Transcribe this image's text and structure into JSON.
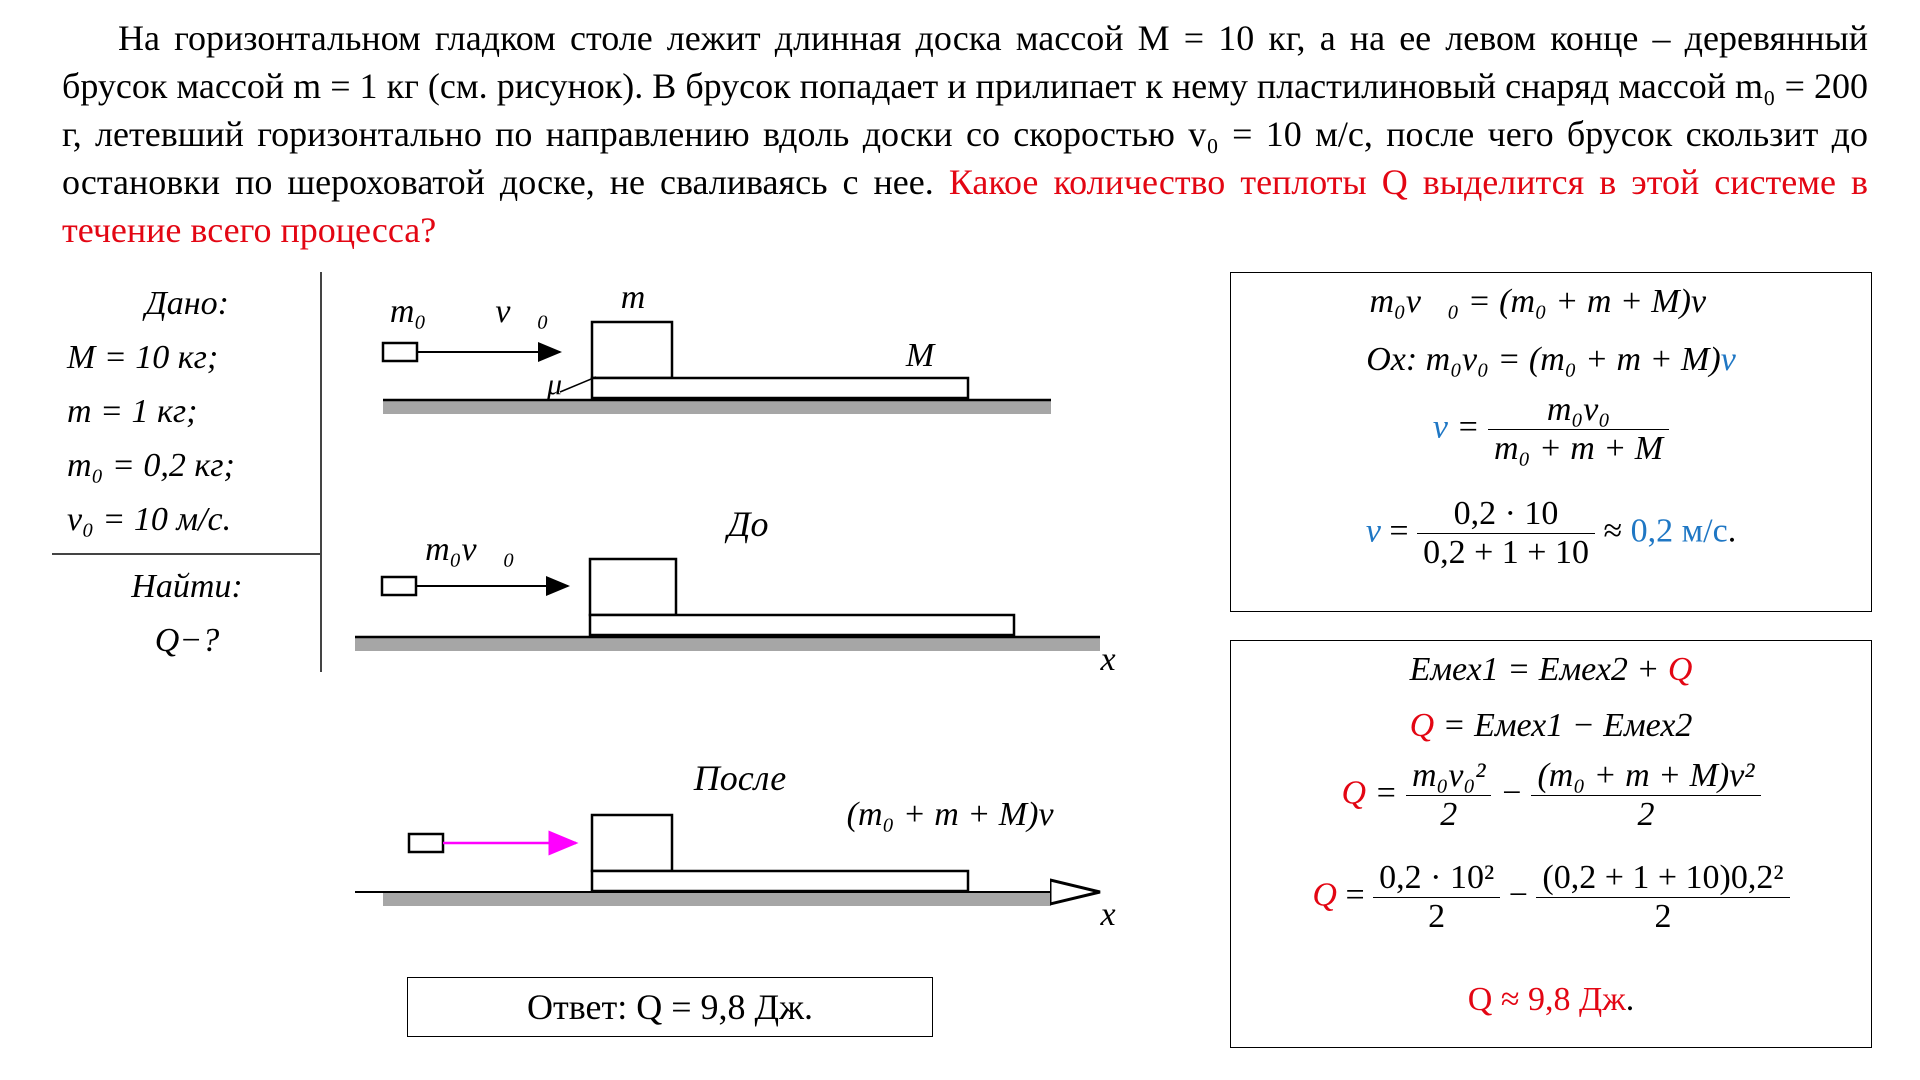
{
  "problem": {
    "text_main": "На горизонтальном гладком столе лежит длинная доска массой M = 10 кг, а на ее левом конце – деревянный брусок массой m = 1 кг (см. рисунок). В брусок попадает и прилипает к нему пластилиновый снаряд массой m₀ = 200 г, летевший горизонтально по направлению вдоль доски со скоростью v₀ = 10 м/с, после чего брусок скользит до остановки по шероховатой доске, не сваливаясь с нее.",
    "question": "Какое количество теплоты Q выделится в этой системе в течение всего процесса?"
  },
  "given": {
    "heading": "Дано:",
    "lines": [
      "M = 10 кг;",
      "m = 1 кг;",
      "m₀ = 0,2 кг;",
      "v₀ = 10 м/с."
    ],
    "find_heading": "Найти:",
    "find_value": "Q−?"
  },
  "figure1": {
    "label_m0": "m₀",
    "label_v0": "v⃗₀",
    "label_m": "m",
    "label_M": "M",
    "label_mu": "μ"
  },
  "figure2": {
    "title": "До",
    "label_momentum": "m₀v⃗₀",
    "axis_label": "x"
  },
  "figure3": {
    "title": "После",
    "label_momentum": "(m₀ + m + M)v⃗",
    "axis_label": "x",
    "arrow_color": "#ff00ff"
  },
  "answer": {
    "text": "Ответ: Q = 9,8 Дж."
  },
  "momentum_box": {
    "line1": "m₀v⃗₀ = (m₀ + m + M)v⃗",
    "line2_prefix": "Ox: m₀v₀ = (m₀ + m + M)",
    "line2_v": "v",
    "line3_lhs": "v",
    "line3_num": "m₀v₀",
    "line3_den": "m₀ + m + M",
    "line4_lhs": "v",
    "line4_num": "0,2 · 10",
    "line4_den": "0,2 + 1 + 10",
    "line4_approx": "≈",
    "line4_result": "0,2 м/с",
    "line4_end": "."
  },
  "energy_box": {
    "line1_lhs": "Eмех1 = Eмех2 +",
    "line1_Q": "Q",
    "line2_Q": "Q",
    "line2_rhs": "= Eмех1 − Eмех2",
    "line3_Q": "Q",
    "line3_num1": "m₀v₀²",
    "line3_den1": "2",
    "line3_num2": "(m₀ + m + M)v²",
    "line3_den2": "2",
    "line4_Q": "Q",
    "line4_num1": "0,2 · 10²",
    "line4_den1": "2",
    "line4_num2": "(0,2 + 1 + 10)0,2²",
    "line4_den2": "2",
    "line5_result": "Q ≈ 9,8 Дж",
    "line5_end": "."
  },
  "colors": {
    "highlight_red": "#e30613",
    "highlight_blue": "#1f77c4",
    "table_grey": "#a6a6a6"
  }
}
